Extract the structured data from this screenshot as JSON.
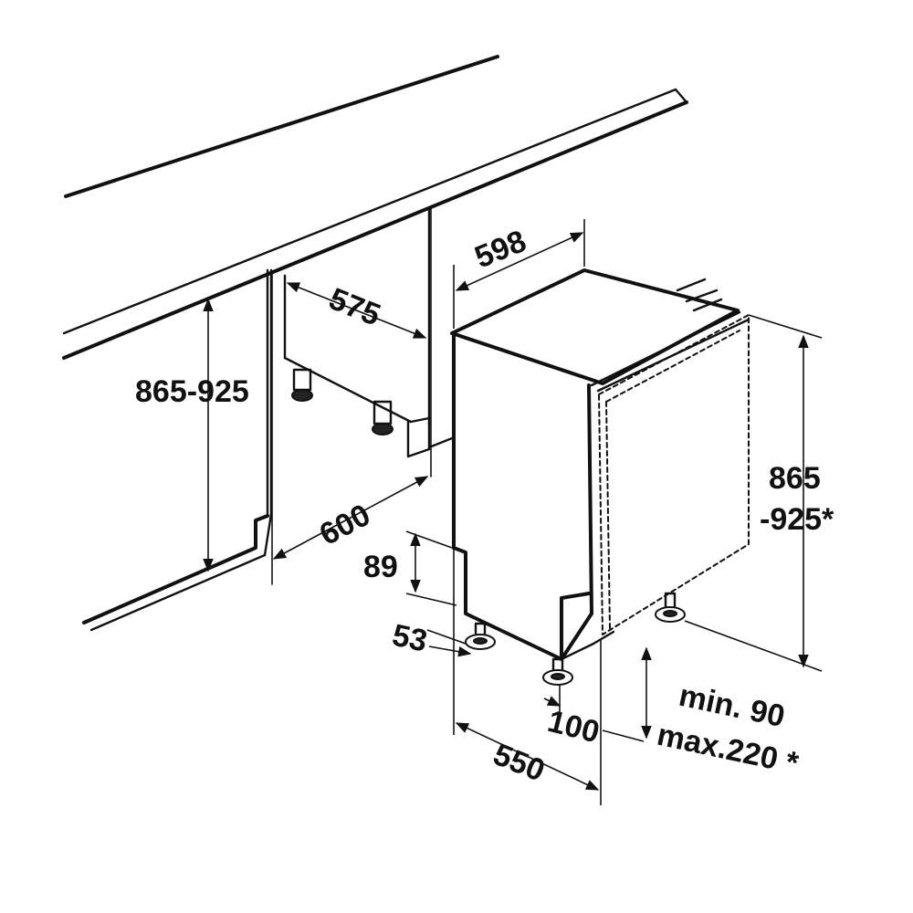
{
  "dimensions": {
    "width_top": "598",
    "cavity_width": "575",
    "niche_height": "865-925",
    "niche_depth": "600",
    "height_a": "865",
    "height_b": "-925*",
    "plinth_height": "89",
    "foot_offset": "53",
    "foot_setback": "100",
    "depth": "550",
    "plinth_min": "min. 90",
    "plinth_max": "max.220 *"
  },
  "colors": {
    "line": "#111111",
    "background": "#ffffff"
  }
}
